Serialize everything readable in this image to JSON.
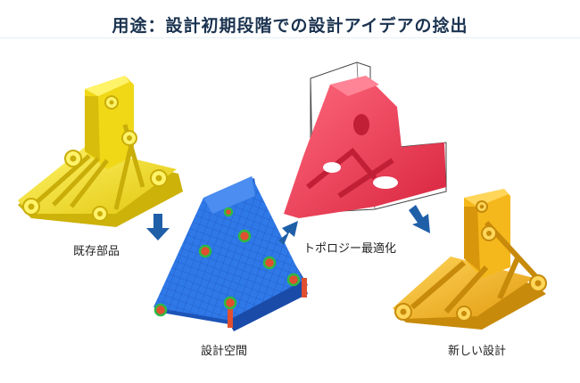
{
  "title": "用途：設計初期段階での設計アイデアの捻出",
  "labels": {
    "existing": "既存部品",
    "design_space": "設計空間",
    "topology": "トポロジー最適化",
    "new_design": "新しい設計"
  },
  "colors": {
    "existing_part": "#f5e01c",
    "design_space": "#2f78e8",
    "topology_result": "#ea3a52",
    "new_design": "#f5b81c",
    "arrow": "#1f5fa8",
    "title": "#1b3350"
  }
}
